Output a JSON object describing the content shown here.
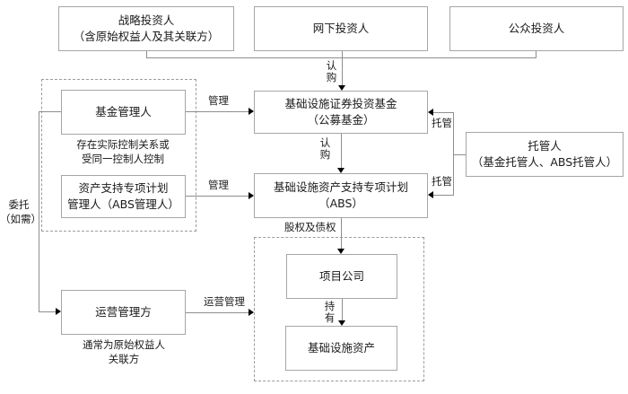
{
  "diagram": {
    "nodes": {
      "strategic_investor": {
        "label": "战略投资人",
        "sub": "（含原始权益人及其关联方）"
      },
      "offline_investor": {
        "label": "网下投资人"
      },
      "public_investor": {
        "label": "公众投资人"
      },
      "fund_manager": {
        "label": "基金管理人"
      },
      "abs_manager": {
        "label": "资产支持专项计划",
        "sub": "管理人（ABS管理人）"
      },
      "public_fund": {
        "label": "基础设施证券投资基金",
        "sub": "（公募基金）"
      },
      "abs_plan": {
        "label": "基础设施资产支持专项计划",
        "sub": "（ABS）"
      },
      "custodian": {
        "label": "托管人",
        "sub": "（基金托管人、ABS托管人）"
      },
      "project_company": {
        "label": "项目公司"
      },
      "infra_asset": {
        "label": "基础设施资产"
      },
      "operator": {
        "label": "运营管理方"
      }
    },
    "edge_labels": {
      "subscribe_top": "认购",
      "subscribe_mid": "认购",
      "manage_fund": "管理",
      "manage_abs": "管理",
      "custody_fund": "托管",
      "custody_abs": "托管",
      "equity_debt": "股权及债权",
      "hold": "持有",
      "operation": "运营管理",
      "entrust": "委托",
      "entrust_sub": "（如需）"
    },
    "notes": {
      "control_note_1": "存在实际控制关系或",
      "control_note_2": "受同一控制人控制",
      "operator_note_1": "通常为原始权益人",
      "operator_note_2": "关联方"
    },
    "colors": {
      "background": "#ffffff",
      "box_border": "#a6a6a6",
      "dashed_border": "#9c9c9c",
      "connector_line": "#8e8e8e",
      "arrowhead": "#000000",
      "text": "#1a1a1a"
    }
  }
}
